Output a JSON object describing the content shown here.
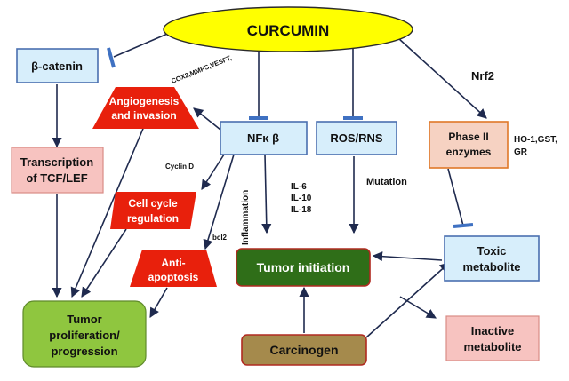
{
  "nodes": {
    "curcumin": "CURCUMIN",
    "beta_catenin": "β-catenin",
    "angiogenesis": [
      "Angiogenesis",
      "and invasion"
    ],
    "nfkb": "NFκ β",
    "ros": "ROS/RNS",
    "phase2": [
      "Phase II",
      "enzymes"
    ],
    "transcription": [
      "Transcription",
      "of TCF/LEF"
    ],
    "cell_cycle": [
      "Cell cycle",
      "regulation"
    ],
    "anti_apoptosis": [
      "Anti-",
      "apoptosis"
    ],
    "tumor_initiation": "Tumor initiation",
    "toxic_metabolite": [
      "Toxic",
      "metabolite"
    ],
    "tumor_proliferation": [
      "Tumor",
      "proliferation/",
      "progression"
    ],
    "carcinogen": "Carcinogen",
    "inactive_metabolite": [
      "Inactive",
      "metabolite"
    ]
  },
  "labels": {
    "nrf2": "Nrf2",
    "cox2": "COX2,MMPS,VESFT,",
    "cyclin_d": "Cyclin D",
    "bcl2": "bcl2",
    "inflammation": "Inflammation",
    "interleukins": [
      "IL-6",
      "IL-10",
      "IL-18"
    ],
    "mutation": "Mutation",
    "ho1": [
      "HO-1,GST,",
      "GR"
    ]
  },
  "colors": {
    "curcumin_fill": "#ffff00",
    "blue_box_fill": "#d7eefb",
    "blue_box_border": "#4a6fb0",
    "red_shape_fill": "#e8200c",
    "pink_box_fill": "#f7c3c0",
    "phase2_border": "#e07828",
    "green_box_fill": "#8fc63f",
    "carcinogen_fill": "#a58a4c",
    "inhibit_bar": "#3f71c2",
    "arrow": "#1f2a4e"
  }
}
